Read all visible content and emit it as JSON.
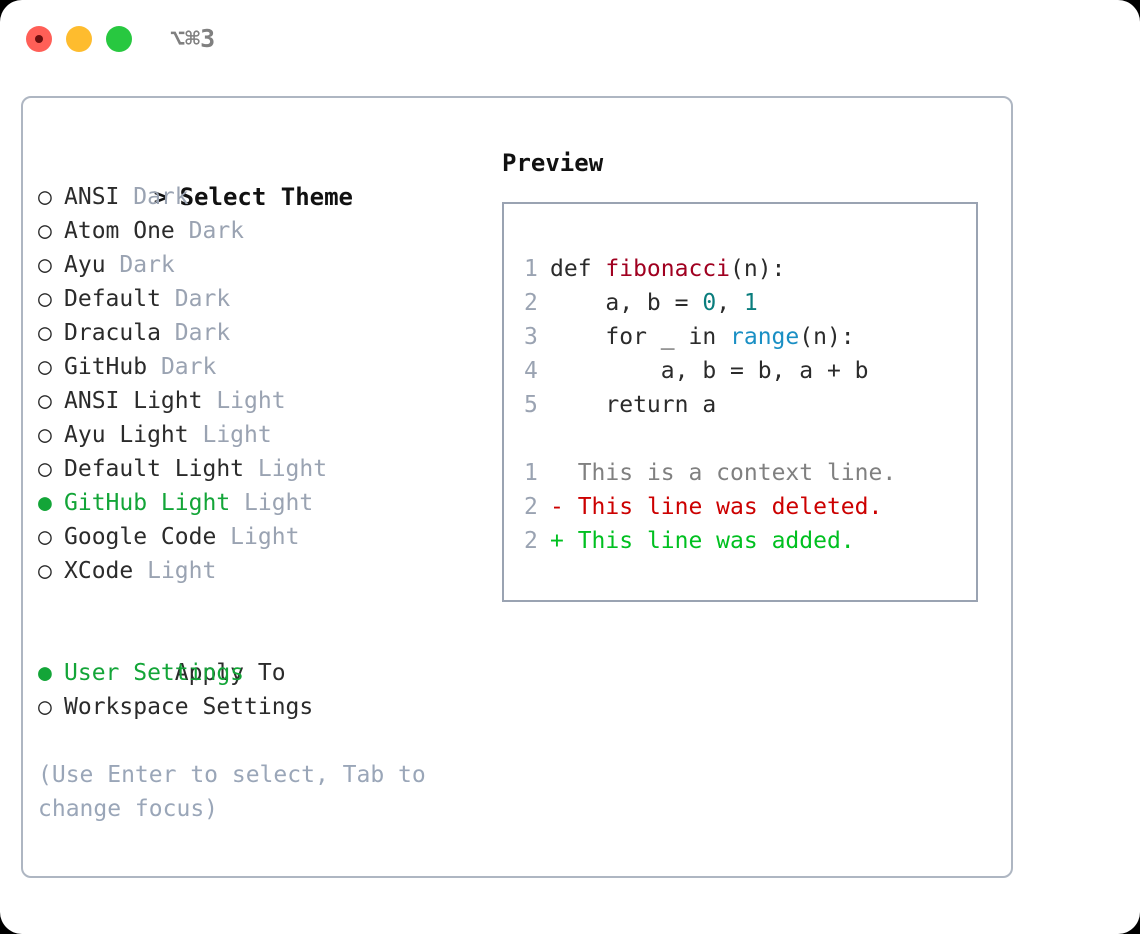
{
  "titlebar": {
    "shortcut": "⌥⌘3",
    "buttons": {
      "close": "close",
      "minimize": "minimize",
      "maximize": "maximize"
    }
  },
  "theme_list": {
    "header_marker": ">",
    "header": "Select Theme",
    "items": [
      {
        "marker": "○",
        "name": "ANSI",
        "variant": "Dark",
        "selected": false
      },
      {
        "marker": "○",
        "name": "Atom One",
        "variant": "Dark",
        "selected": false
      },
      {
        "marker": "○",
        "name": "Ayu",
        "variant": "Dark",
        "selected": false
      },
      {
        "marker": "○",
        "name": "Default",
        "variant": "Dark",
        "selected": false
      },
      {
        "marker": "○",
        "name": "Dracula",
        "variant": "Dark",
        "selected": false
      },
      {
        "marker": "○",
        "name": "GitHub",
        "variant": "Dark",
        "selected": false
      },
      {
        "marker": "○",
        "name": "ANSI Light",
        "variant": "Light",
        "selected": false
      },
      {
        "marker": "○",
        "name": "Ayu Light",
        "variant": "Light",
        "selected": false
      },
      {
        "marker": "○",
        "name": "Default Light",
        "variant": "Light",
        "selected": false
      },
      {
        "marker": "●",
        "name": "GitHub Light",
        "variant": "Light",
        "selected": true
      },
      {
        "marker": "○",
        "name": "Google Code",
        "variant": "Light",
        "selected": false
      },
      {
        "marker": "○",
        "name": "XCode",
        "variant": "Light",
        "selected": false
      }
    ]
  },
  "apply_to": {
    "header_marker": " ",
    "header": "Apply To",
    "items": [
      {
        "marker": "●",
        "name": "User Settings",
        "selected": true
      },
      {
        "marker": "○",
        "name": "Workspace Settings",
        "selected": false
      }
    ]
  },
  "hint": "(Use Enter to select, Tab to change focus)",
  "preview": {
    "title": "Preview",
    "code_lines": [
      {
        "no": "1",
        "tokens": [
          {
            "t": "def ",
            "c": "plain"
          },
          {
            "t": "fibonacci",
            "c": "fn"
          },
          {
            "t": "(n):",
            "c": "plain"
          }
        ]
      },
      {
        "no": "2",
        "tokens": [
          {
            "t": "    a, b = ",
            "c": "plain"
          },
          {
            "t": "0",
            "c": "num"
          },
          {
            "t": ", ",
            "c": "plain"
          },
          {
            "t": "1",
            "c": "num"
          }
        ]
      },
      {
        "no": "3",
        "tokens": [
          {
            "t": "    for _ in ",
            "c": "plain"
          },
          {
            "t": "range",
            "c": "call"
          },
          {
            "t": "(n):",
            "c": "plain"
          }
        ]
      },
      {
        "no": "4",
        "tokens": [
          {
            "t": "        a, b = b, a + b",
            "c": "plain"
          }
        ]
      },
      {
        "no": "5",
        "tokens": [
          {
            "t": "    return a",
            "c": "plain"
          }
        ]
      }
    ],
    "diff_lines": [
      {
        "no": "1",
        "sign": "  ",
        "text": "This is a context line.",
        "kind": "ctx"
      },
      {
        "no": "2",
        "sign": "- ",
        "text": "This line was deleted.",
        "kind": "del"
      },
      {
        "no": "2",
        "sign": "+ ",
        "text": "This line was added.",
        "kind": "add"
      }
    ]
  },
  "colors": {
    "accent_green": "#13a538",
    "diff_add": "#00c020",
    "diff_del": "#cc0000",
    "muted": "#9aa3b2",
    "hint": "#9aa6b8",
    "fn": "#a00020",
    "num": "#0a7d7d",
    "call": "#1a8fc4",
    "traffic_red": "#ff5f57",
    "traffic_yellow": "#febc2e",
    "traffic_green": "#28c840",
    "border": "#aeb6c2"
  }
}
